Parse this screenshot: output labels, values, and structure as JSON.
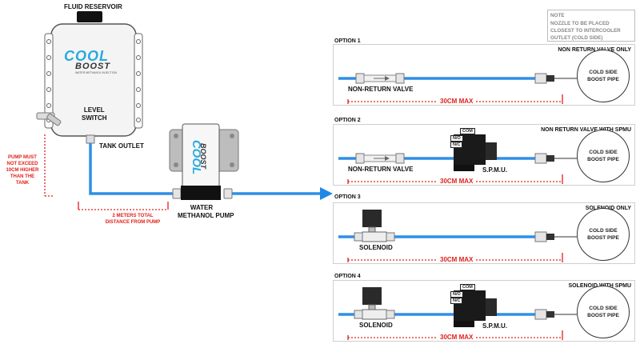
{
  "reservoir": {
    "title": "FLUID RESERVOIR",
    "brand_top": "COOL",
    "brand_bottom": "BOOST",
    "brand_sub": "WATER METHANOL INJECTION",
    "level_switch": [
      "LEVEL",
      "SWITCH"
    ],
    "tank_outlet": "TANK OUTLET",
    "pump_note": [
      "PUMP MUST",
      "NOT EXCEED",
      "10CM HIGHER",
      "THAN THE",
      "TANK"
    ]
  },
  "pump": {
    "brand_top": "COOL",
    "brand_bottom": "BOOST",
    "label": [
      "WATER",
      "METHANOL PUMP"
    ],
    "distance_note": [
      "2 METERS TOTAL",
      "DISTANCE FROM PUMP"
    ]
  },
  "note": [
    "NOTE",
    "NOZZLE TO BE PLACED",
    "CLOSEST TO INTERCOOLER",
    "OUTLET (COLD SIDE)"
  ],
  "options": [
    {
      "title": "OPTION 1",
      "desc": "NON RETURN VALVE ONLY",
      "valve_label": "NON-RETURN VALVE",
      "measure": "30CM MAX",
      "pipe": [
        "COLD SIDE",
        "BOOST PIPE"
      ]
    },
    {
      "title": "OPTION 2",
      "desc": "NON RETURN VALVE WITH SPMU",
      "valve_label": "NON-RETURN VALVE",
      "spmu_label": "S.P.M.U.",
      "spmu_ports": [
        "COM",
        "N/O",
        "N/C"
      ],
      "measure": "30CM MAX",
      "pipe": [
        "COLD SIDE",
        "BOOST PIPE"
      ]
    },
    {
      "title": "OPTION 3",
      "desc": "SOLENOID ONLY",
      "valve_label": "SOLENOID",
      "measure": "30CM MAX",
      "pipe": [
        "COLD SIDE",
        "BOOST PIPE"
      ]
    },
    {
      "title": "OPTION 4",
      "desc": "SOLENOID WITH SPMU",
      "valve_label": "SOLENOID",
      "spmu_label": "S.P.M.U.",
      "spmu_ports": [
        "COM",
        "N/O",
        "N/C"
      ],
      "measure": "30CM MAX",
      "pipe": [
        "COLD SIDE",
        "BOOST PIPE"
      ]
    }
  ],
  "colors": {
    "hose": "#2f8fe6",
    "measure": "#e0201b",
    "arrow": "#1e88e5",
    "brand": "#29a9e0"
  }
}
